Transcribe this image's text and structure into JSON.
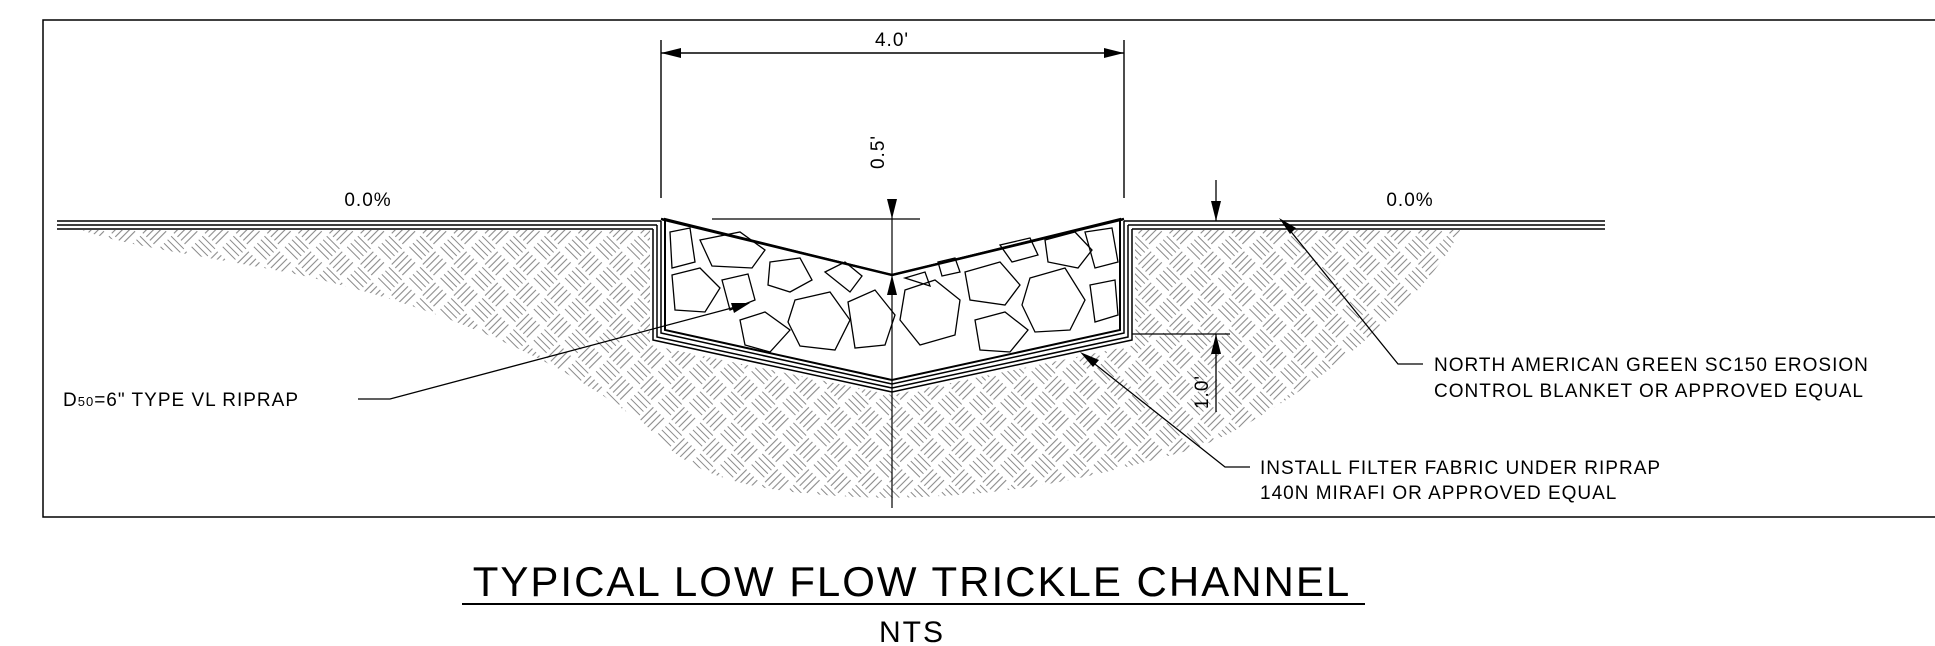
{
  "dimensions": {
    "width": "4.0'",
    "depth": "0.5'",
    "riprap_thickness": "1.0'"
  },
  "slopes": {
    "left": "0.0%",
    "right": "0.0%"
  },
  "callouts": {
    "riprap_prefix": "D",
    "riprap_subscript": "50",
    "riprap_suffix": "=6\" TYPE VL RIPRAP",
    "blanket_line1": "NORTH AMERICAN GREEN SC150 EROSION",
    "blanket_line2": "CONTROL BLANKET OR APPROVED EQUAL",
    "fabric_line1": "INSTALL FILTER FABRIC UNDER RIPRAP",
    "fabric_line2": "140N MIRAFI OR APPROVED EQUAL"
  },
  "title": "TYPICAL LOW FLOW TRICKLE CHANNEL",
  "scale_note": "NTS",
  "colors": {
    "line": "#000000",
    "hatch": "#8a8a8a",
    "background": "#ffffff"
  }
}
